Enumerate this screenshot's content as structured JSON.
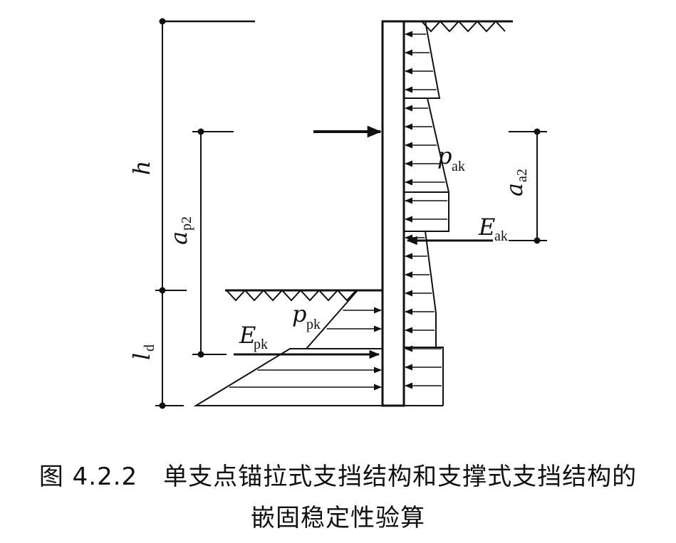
{
  "labels": {
    "h": "h",
    "ap2_main": "a",
    "ap2_sub": "p2",
    "aa2_main": "a",
    "aa2_sub": "a2",
    "pak_main": "p",
    "pak_sub": "ak",
    "eak_main": "E",
    "eak_sub": "ak",
    "ppk_main": "p",
    "ppk_sub": "pk",
    "epk_main": "E",
    "epk_sub": "pk",
    "ld_main": "l",
    "ld_sub": "d"
  },
  "caption": {
    "number": "图 4.2.2",
    "title_line1": "单支点锚拉式支挡结构和支撑式支挡结构的",
    "title_line2": "嵌固稳定性验算"
  }
}
